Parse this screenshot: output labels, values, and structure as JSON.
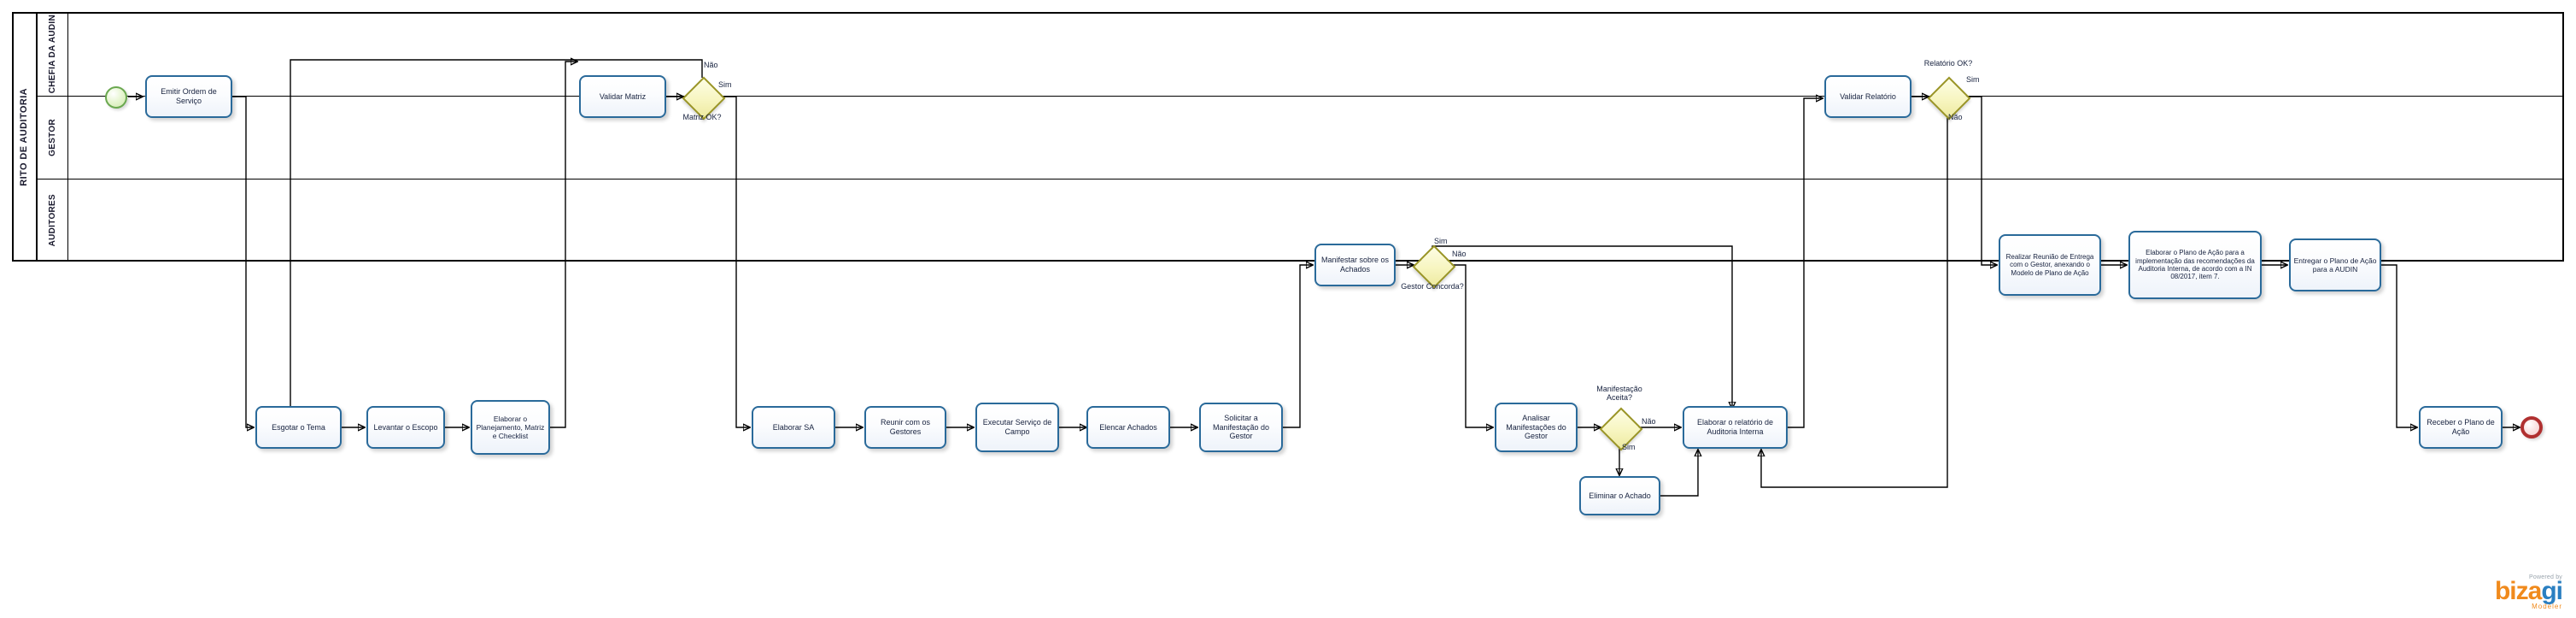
{
  "pool": {
    "label": "RITO DE AUDITORIA"
  },
  "lanes": [
    {
      "id": "chefia",
      "label": "CHEFIA DA AUDIN"
    },
    {
      "id": "gestor",
      "label": "GESTOR"
    },
    {
      "id": "auditores",
      "label": "AUDITORES"
    }
  ],
  "events": [
    {
      "id": "start",
      "type": "start",
      "label": ""
    },
    {
      "id": "end",
      "type": "end",
      "label": ""
    }
  ],
  "tasks": [
    {
      "id": "t_emitir",
      "lane": "chefia",
      "label": "Emitir Ordem de Serviço"
    },
    {
      "id": "t_validar_mat",
      "lane": "chefia",
      "label": "Validar Matriz"
    },
    {
      "id": "t_validar_rel",
      "lane": "chefia",
      "label": "Validar Relatório"
    },
    {
      "id": "t_manifestar",
      "lane": "gestor",
      "label": "Manifestar sobre os Achados"
    },
    {
      "id": "t_reuniao",
      "lane": "gestor",
      "label": "Realizar Reunião de Entrega com o Gestor, anexando o Modelo de Plano de Ação"
    },
    {
      "id": "t_plano",
      "lane": "gestor",
      "label": "Elaborar o Plano de Ação para a implementação das recomendações da Auditoria Interna, de acordo com a IN 08/2017, item 7."
    },
    {
      "id": "t_entregar",
      "lane": "gestor",
      "label": "Entregar o Plano de Ação para a AUDIN"
    },
    {
      "id": "t_esgotar",
      "lane": "auditores",
      "label": "Esgotar o Tema"
    },
    {
      "id": "t_levantar",
      "lane": "auditores",
      "label": "Levantar o Escopo"
    },
    {
      "id": "t_planejar",
      "lane": "auditores",
      "label": "Elaborar o Planejamento, Matriz e Checklist"
    },
    {
      "id": "t_sa",
      "lane": "auditores",
      "label": "Elaborar  SA"
    },
    {
      "id": "t_reunir",
      "lane": "auditores",
      "label": "Reunir com os Gestores"
    },
    {
      "id": "t_campo",
      "lane": "auditores",
      "label": "Executar Serviço de Campo"
    },
    {
      "id": "t_elencar",
      "lane": "auditores",
      "label": "Elencar Achados"
    },
    {
      "id": "t_solicitar",
      "lane": "auditores",
      "label": "Solicitar  a Manifestação do Gestor"
    },
    {
      "id": "t_analisar",
      "lane": "auditores",
      "label": "Analisar Manifestações do Gestor"
    },
    {
      "id": "t_eliminar",
      "lane": "auditores",
      "label": "Eliminar o Achado"
    },
    {
      "id": "t_relatorio",
      "lane": "auditores",
      "label": "Elaborar o relatório de Auditoria  Interna"
    },
    {
      "id": "t_receber",
      "lane": "auditores",
      "label": "Receber o Plano de Ação"
    }
  ],
  "gateways": [
    {
      "id": "g_matriz",
      "lane": "chefia",
      "label": "Matriz OK?"
    },
    {
      "id": "g_rel",
      "lane": "chefia",
      "label": "Relatório OK?"
    },
    {
      "id": "g_gestor",
      "lane": "gestor",
      "label": "Gestor Concorda?"
    },
    {
      "id": "g_manif",
      "lane": "auditores",
      "label": "Manifestação Aceita?"
    }
  ],
  "flow_labels": {
    "matriz_nao": "Não",
    "matriz_sim": "Sim",
    "rel_sim": "Sim",
    "rel_nao": "Não",
    "gestor_sim": "Sim",
    "gestor_nao": "Não",
    "manif_nao": "Não",
    "manif_sim": "Sim"
  },
  "logo": {
    "powered_by": "Powered by",
    "brand_a": "biza",
    "brand_b": "gi",
    "modeler": "Modeler"
  },
  "colors": {
    "task_border": "#2a6a9a",
    "gateway_border": "#9a9526",
    "gateway_fill": "#f7f5c0",
    "start_border": "#6aa84f",
    "end_border": "#b03030",
    "brand_orange": "#f08a1c",
    "brand_blue": "#2a7fc1"
  }
}
